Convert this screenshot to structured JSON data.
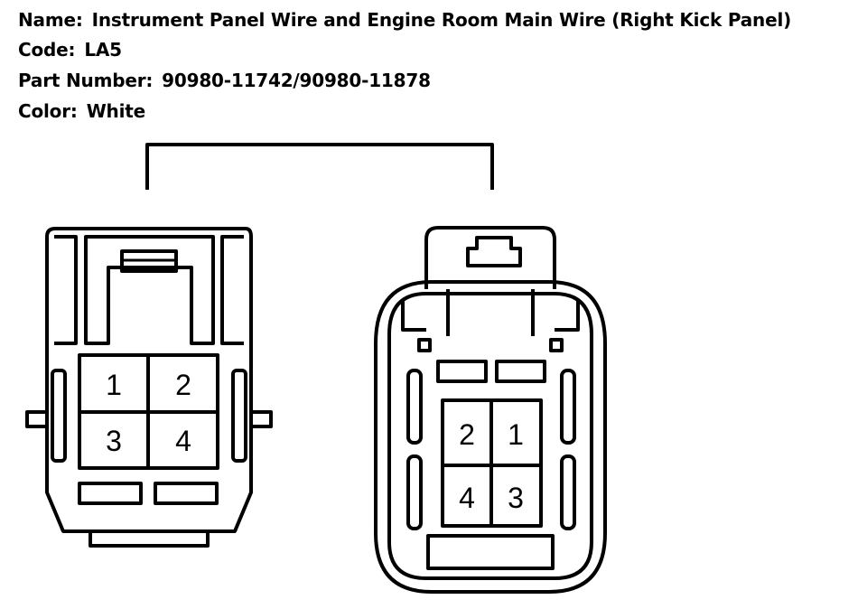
{
  "info": {
    "name_label": "Name:",
    "name_value": "Instrument Panel Wire and Engine Room Main Wire (Right Kick Panel)",
    "code_label": "Code:",
    "code_value": "LA5",
    "part_label": "Part Number:",
    "part_value": "90980-11742/90980-11878",
    "color_label": "Color:",
    "color_value": "White"
  },
  "left_connector": {
    "pins": [
      "1",
      "2",
      "3",
      "4"
    ]
  },
  "right_connector": {
    "pins": [
      "2",
      "1",
      "4",
      "3"
    ]
  },
  "colors": {
    "line": "#000000",
    "background": "#ffffff"
  }
}
